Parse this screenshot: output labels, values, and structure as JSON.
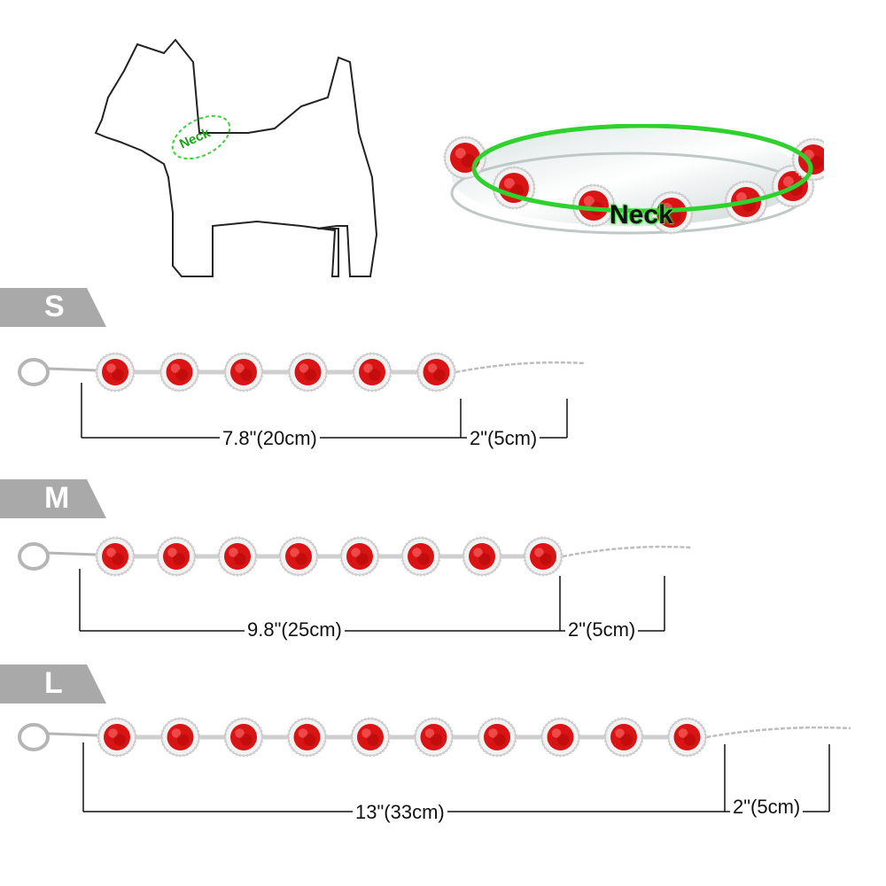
{
  "dog_diagram": {
    "neck_label": "Neck"
  },
  "photo": {
    "neck_label": "Neck"
  },
  "sizes": [
    {
      "size": "S",
      "main_length": "7.8\"(20cm)",
      "extension": "2\"(5cm)",
      "gems": 6
    },
    {
      "size": "M",
      "main_length": "9.8\"(25cm)",
      "extension": "2\"(5cm)",
      "gems": 8
    },
    {
      "size": "L",
      "main_length": "13\"(33cm)",
      "extension": "2\"(5cm)",
      "gems": 10
    }
  ],
  "colors": {
    "gem": "#d81414",
    "tab": "#a9a9a9",
    "neck_ring": "#2fd12f"
  }
}
